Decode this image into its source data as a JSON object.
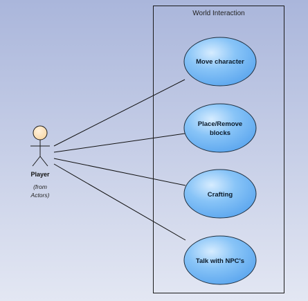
{
  "system_boundary": {
    "title": "World Interaction"
  },
  "actor": {
    "name": "Player",
    "note_line1": "(from",
    "note_line2": "Actors)"
  },
  "use_cases": [
    {
      "line1": "Move character",
      "line2": ""
    },
    {
      "line1": "Place/Remove",
      "line2": "blocks"
    },
    {
      "line1": "Crafting",
      "line2": ""
    },
    {
      "line1": "Talk with NPC's",
      "line2": ""
    }
  ],
  "colors": {
    "background_top": "#aab6db",
    "background_bottom": "#e3e7f3",
    "usecase_fill_light": "#d6ecff",
    "usecase_fill_main": "#88c4f7",
    "usecase_fill_dark": "#5aa5ee",
    "usecase_stroke": "#1f2f3f",
    "actor_head": "#f7d6a6",
    "lines": "#101010"
  }
}
